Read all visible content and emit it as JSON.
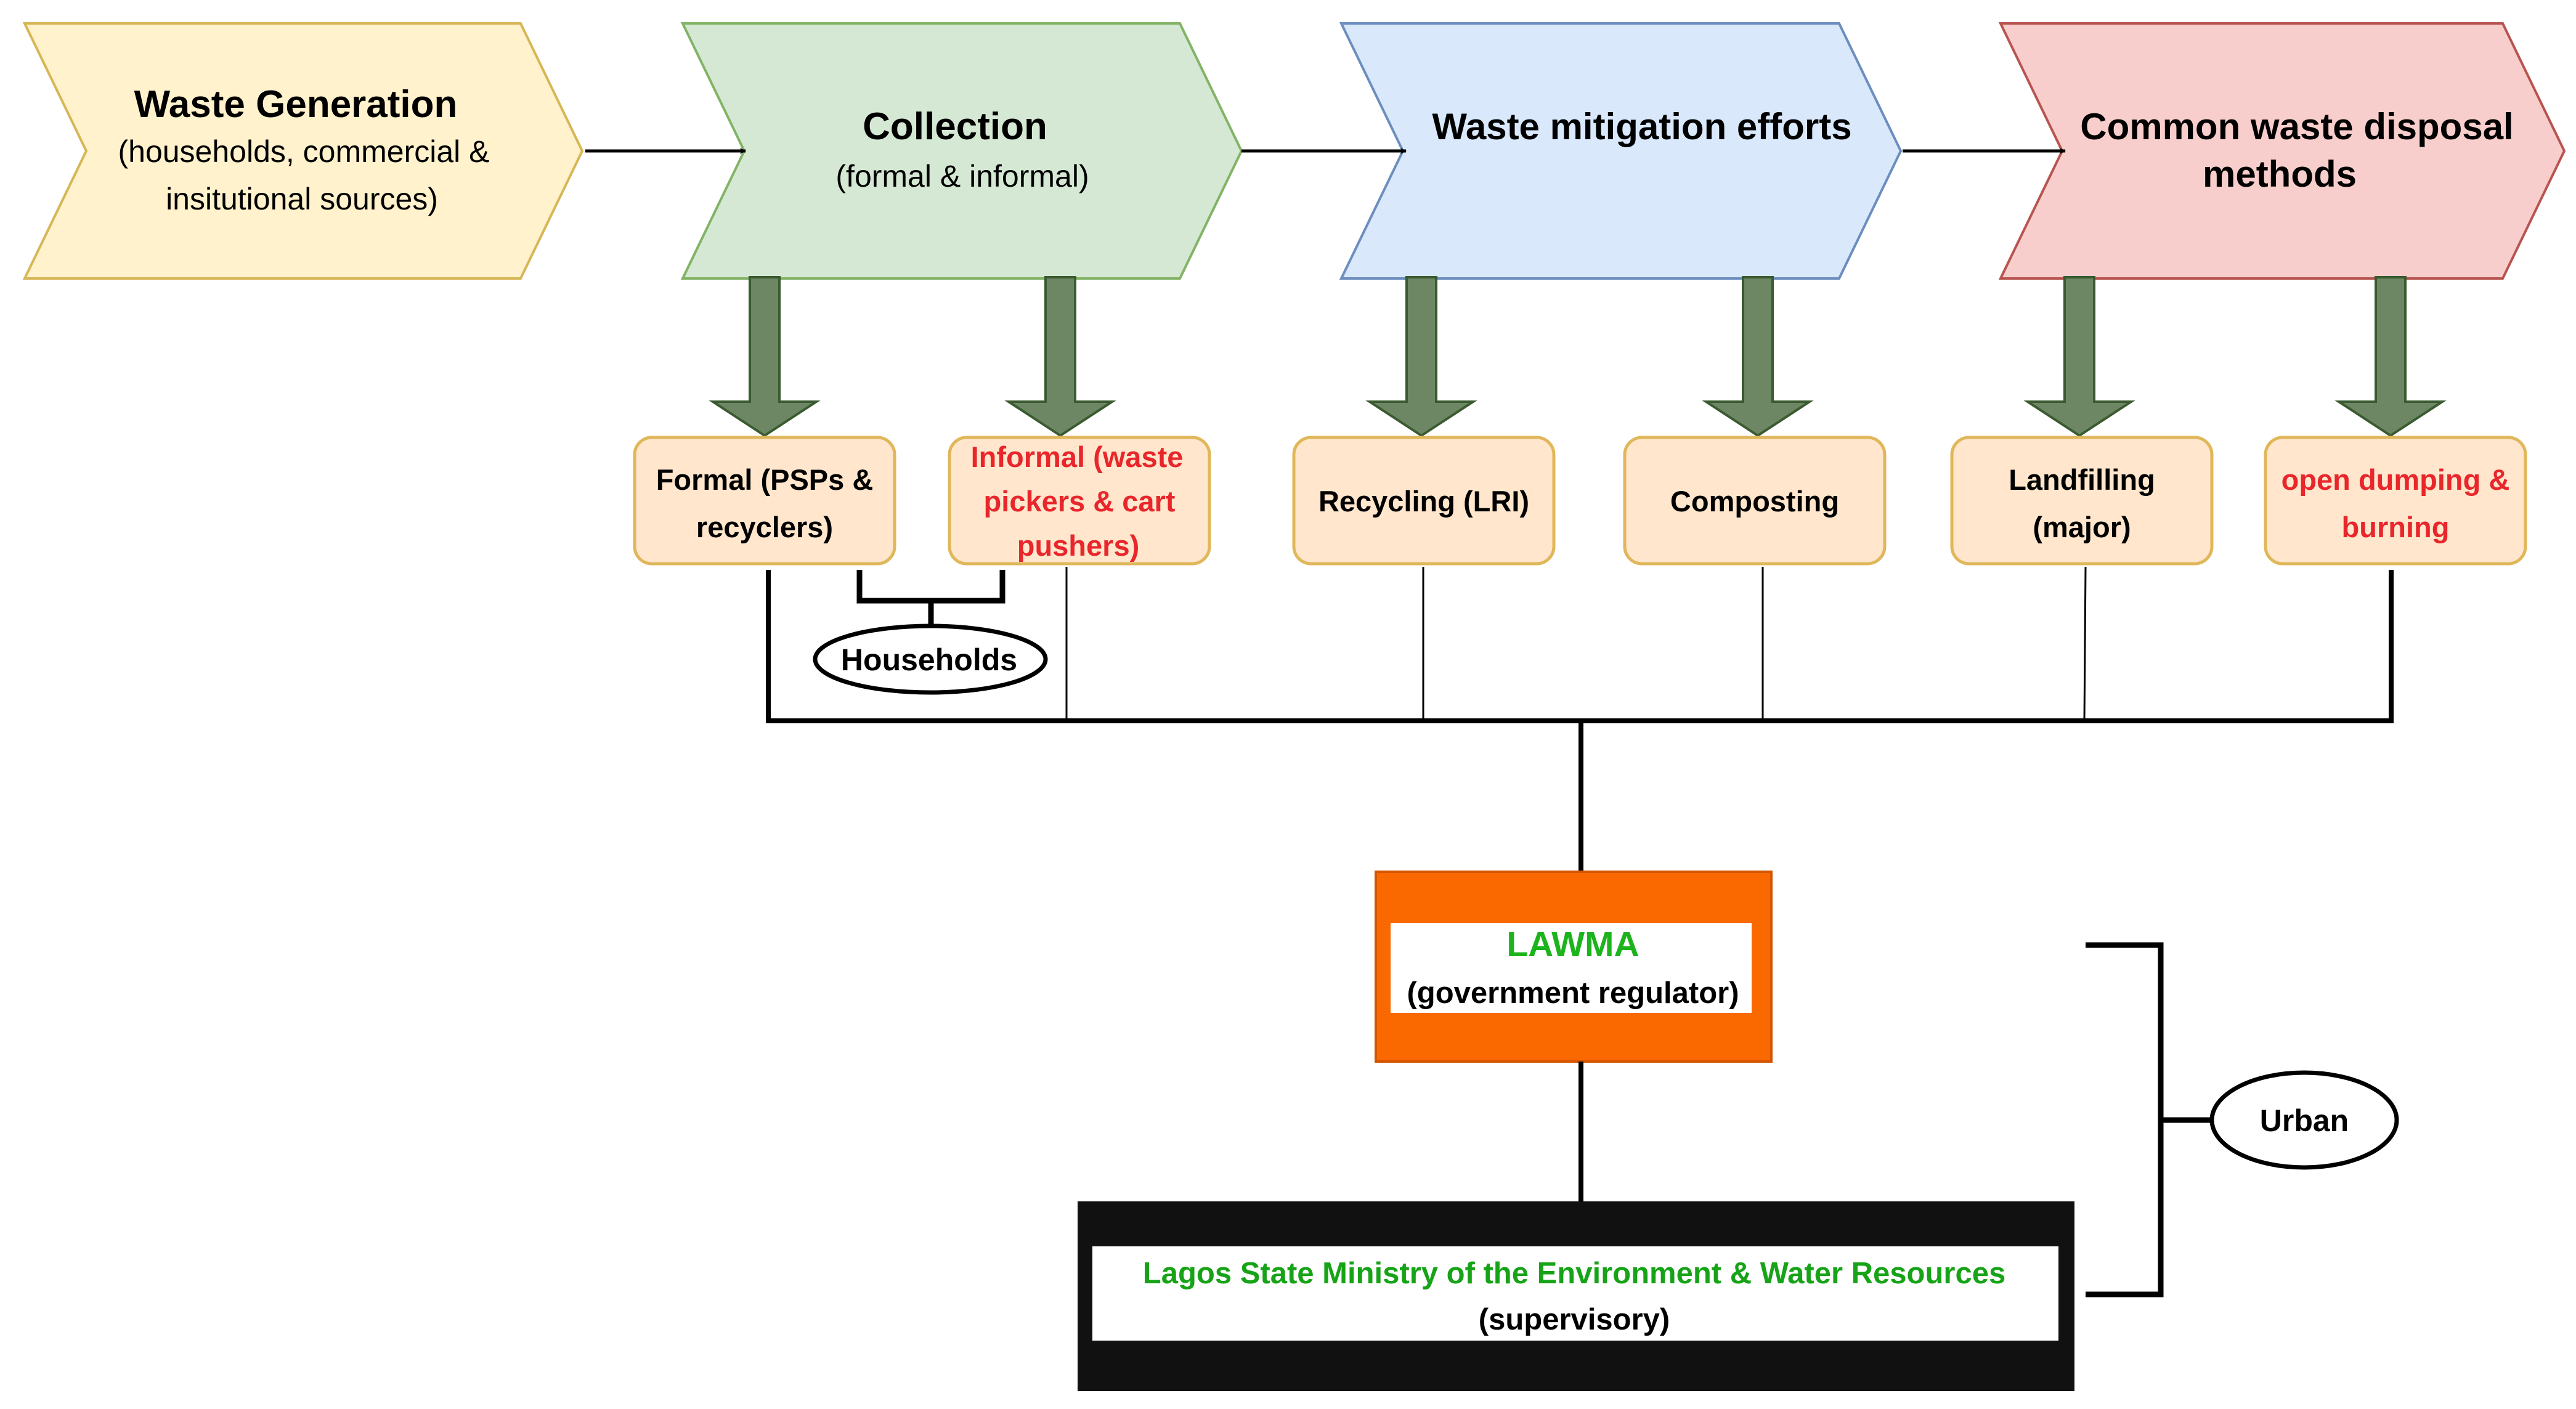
{
  "stages": [
    {
      "id": "generation",
      "title": "Waste Generation",
      "subtitle_lines": [
        "(households, commercial &",
        "insitutional sources)"
      ],
      "fill": "#FFF2CC",
      "stroke": "#D6B656"
    },
    {
      "id": "collection",
      "title": "Collection",
      "subtitle_lines": [
        "(formal & informal)"
      ],
      "fill": "#D5E8D4",
      "stroke": "#82B366"
    },
    {
      "id": "mitigation",
      "title": "Waste mitigation efforts",
      "subtitle_lines": [],
      "fill": "#DAE8FC",
      "stroke": "#6C8EBF"
    },
    {
      "id": "disposal",
      "title_lines": [
        "Common waste disposal",
        "methods"
      ],
      "fill": "#F8CECC",
      "stroke": "#B85450"
    }
  ],
  "sub_boxes": [
    {
      "id": "formal",
      "lines": [
        "Formal (PSPs &",
        "recyclers)"
      ],
      "text_color": "#000000"
    },
    {
      "id": "informal",
      "lines": [
        "Informal (waste",
        "pickers & cart",
        "pushers)"
      ],
      "text_color": "#E8262B"
    },
    {
      "id": "recycling",
      "lines": [
        "Recycling (LRI)"
      ],
      "text_color": "#000000"
    },
    {
      "id": "composting",
      "lines": [
        "Composting"
      ],
      "text_color": "#000000"
    },
    {
      "id": "landfilling",
      "lines": [
        "Landfilling",
        "(major)"
      ],
      "text_color": "#000000"
    },
    {
      "id": "open-dumping",
      "lines": [
        "open dumping &",
        "burning"
      ],
      "text_color": "#E8262B"
    }
  ],
  "households": {
    "label": "Households"
  },
  "lawma": {
    "title": "LAWMA",
    "subtitle": "(government regulator)",
    "title_color": "#1DB31D",
    "border_color": "#FA6800"
  },
  "ministry": {
    "title": "Lagos State Ministry of the Environment & Water Resources",
    "subtitle": "(supervisory)",
    "title_color": "#17A317",
    "border_color": "#111111"
  },
  "urban": {
    "label": "Urban"
  },
  "colors": {
    "sub_box_fill": "#FFE6CC",
    "sub_box_stroke": "#E0B75A",
    "down_arrow": "#6D8764",
    "down_arrow_stroke": "#3A5A30"
  }
}
